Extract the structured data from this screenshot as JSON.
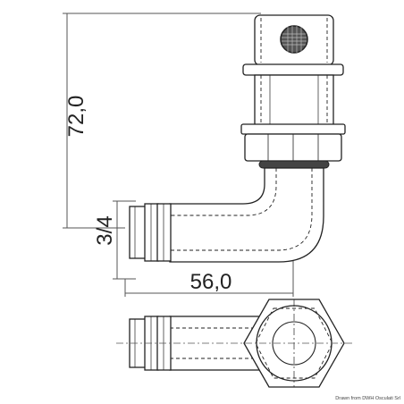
{
  "dimensions": {
    "height": "72,0",
    "thread": "3/4",
    "width": "56,0"
  },
  "credit": "Drawn from DWH Osculati Srl",
  "colors": {
    "stroke": "#222222",
    "fill": "#ffffff",
    "dimension": "#555555"
  }
}
